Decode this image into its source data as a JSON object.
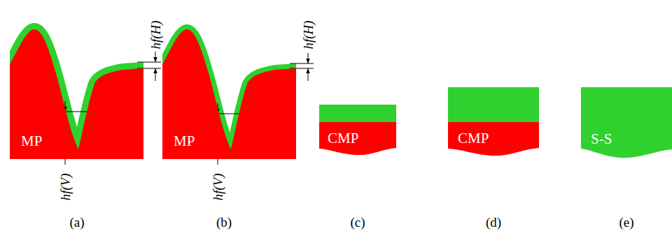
{
  "diagram": {
    "nodes": [
      {
        "text": [
          "MP"
        ]
      },
      {
        "text": [
          "MP"
        ]
      },
      {
        "text": [
          "CMP"
        ]
      },
      {
        "text": [
          "CMP"
        ]
      },
      {
        "text": [
          "S-S"
        ]
      }
    ],
    "labels": [
      "hf(H)",
      "hf(V)",
      "hf(H)",
      "hf(V)",
      "(a)",
      "(b)",
      "(c)",
      "(d)",
      "(e)"
    ]
  }
}
